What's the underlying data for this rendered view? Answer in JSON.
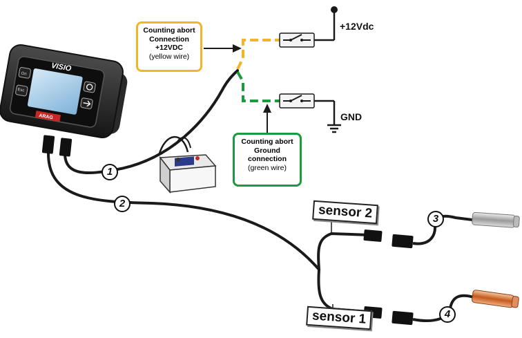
{
  "callouts": {
    "yellow": {
      "title": "Counting abort Connection +12VDC",
      "note": "(yellow wire)",
      "color": "#f2b52a"
    },
    "green": {
      "title": "Counting abort Ground connection",
      "note": "(green wire)",
      "color": "#1e9a3e"
    }
  },
  "terminals": {
    "positive": "+12Vdc",
    "ground": "GND"
  },
  "device": {
    "brand": "VISIO",
    "logo": "ARAG",
    "keys": [
      "On",
      "Esc",
      "info-icon",
      "enter-arrow-icon"
    ]
  },
  "sensors": {
    "sensor_2": "sensor 2",
    "sensor_1": "sensor 1"
  },
  "cable_numbers": [
    "1",
    "2",
    "3",
    "4"
  ],
  "colors": {
    "yellow_wire": "#f2b52a",
    "green_wire": "#1e9a3e",
    "cable": "#1a1a1a",
    "sensor_1_body": "#d9793a",
    "sensor_2_body": "#b9b9b9"
  }
}
